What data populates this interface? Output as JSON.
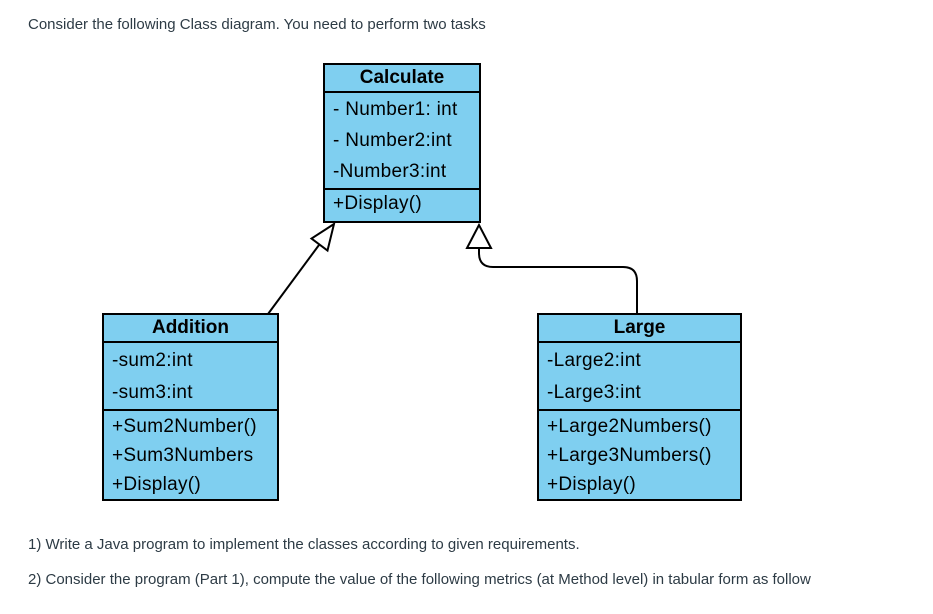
{
  "page": {
    "intro": "Consider the following Class diagram. You need to perform two tasks",
    "task1": "1) Write a Java program to implement the classes according to given requirements.",
    "task2": "2) Consider the program (Part 1), compute the value of the following metrics (at Method level) in tabular form as follow"
  },
  "diagram": {
    "classes": [
      {
        "name": "Calculate",
        "attributes": [
          "- Number1: int",
          "- Number2:int",
          "-Number3:int"
        ],
        "methods": [
          "+Display()"
        ]
      },
      {
        "name": "Addition",
        "attributes": [
          "-sum2:int",
          "-sum3:int"
        ],
        "methods": [
          "+Sum2Number()",
          "+Sum3Numbers",
          "+Display()"
        ]
      },
      {
        "name": "Large",
        "attributes": [
          "-Large2:int",
          "-Large3:int"
        ],
        "methods": [
          "+Large2Numbers()",
          "+Large3Numbers()",
          "+Display()"
        ]
      }
    ],
    "relations": [
      {
        "from": "Addition",
        "to": "Calculate",
        "type": "generalization"
      },
      {
        "from": "Large",
        "to": "Calculate",
        "type": "generalization"
      }
    ],
    "colors": {
      "class_fill": "#7fcff0",
      "class_border": "#000000",
      "arrowhead_fill": "#ffffff",
      "body_text": "#2d3b45",
      "diagram_text": "#000000"
    }
  }
}
